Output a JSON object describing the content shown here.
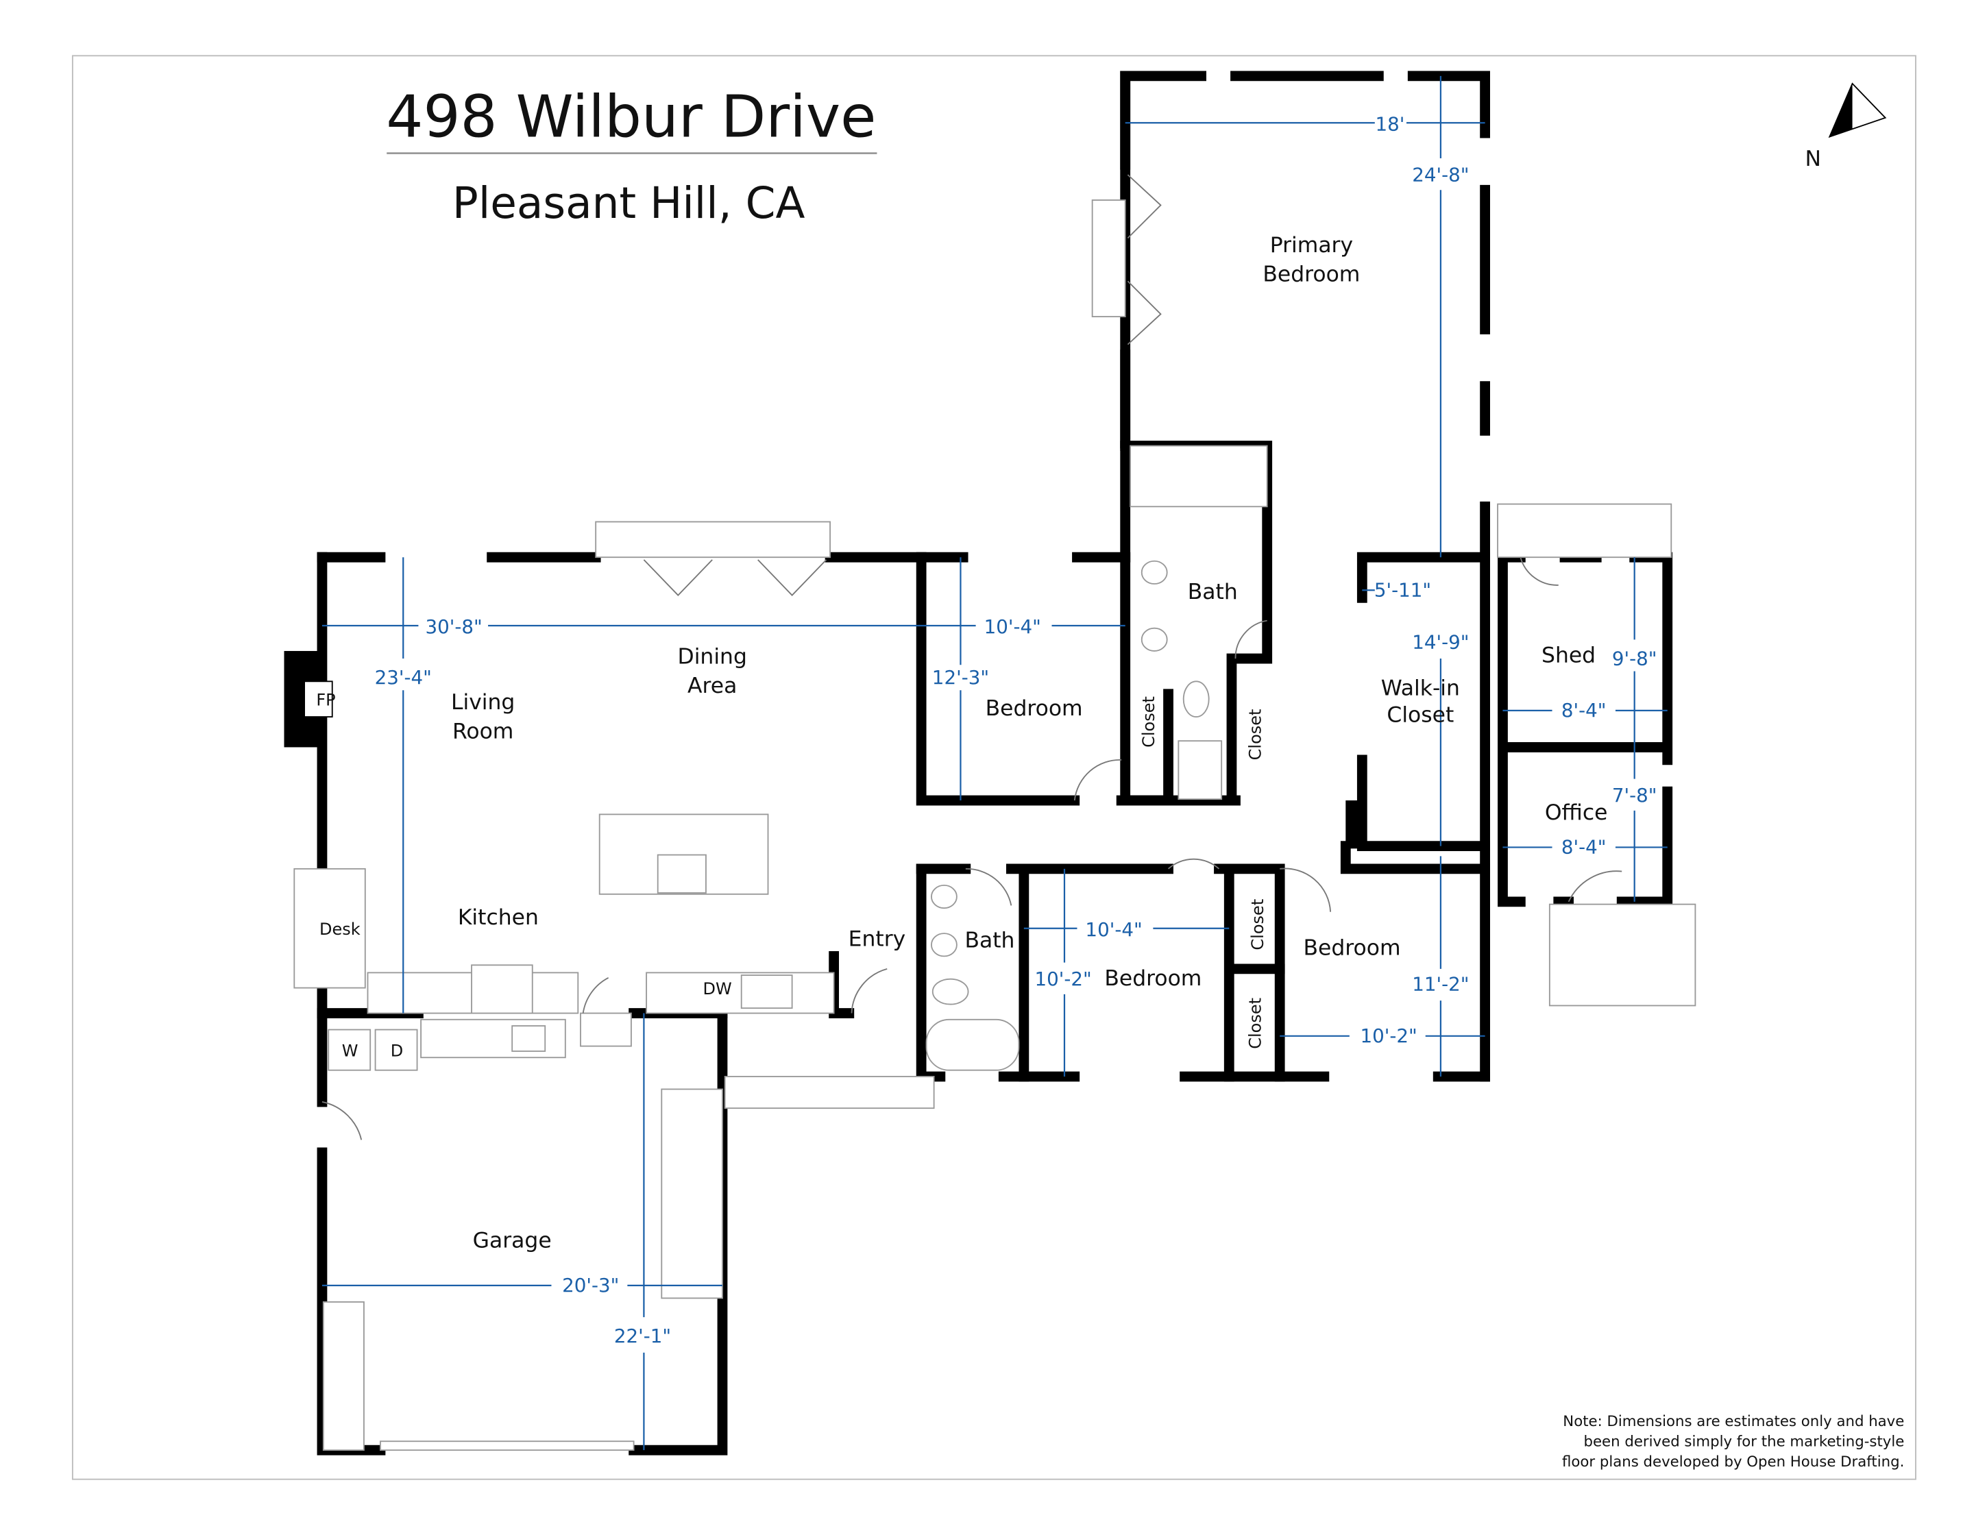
{
  "title": "498 Wilbur Drive",
  "subtitle": "Pleasant Hill, CA",
  "north_label": "N",
  "note": [
    "Note: Dimensions are estimates only and have",
    "been derived simply for the marketing-style",
    "floor plans developed by Open House Drafting."
  ],
  "rooms": {
    "primary_bedroom": [
      "Primary",
      "Bedroom"
    ],
    "bath_primary": "Bath",
    "walkin_closet": [
      "Walk-in",
      "Closet"
    ],
    "shed": "Shed",
    "office": "Office",
    "living_room": [
      "Living",
      "Room"
    ],
    "dining_area": [
      "Dining",
      "Area"
    ],
    "bedroom_1": "Bedroom",
    "closet_1": "Closet",
    "closet_2": "Closet",
    "closet_3": "Closet",
    "closet_4": "Closet",
    "kitchen": "Kitchen",
    "desk": "Desk",
    "fireplace": "FP",
    "entry": "Entry",
    "bath_hall": "Bath",
    "bedroom_2": "Bedroom",
    "bedroom_3": "Bedroom",
    "garage": "Garage",
    "washer": "W",
    "dryer": "D",
    "dishwasher": "DW"
  },
  "dimensions": {
    "primary_width": "18'",
    "primary_length": "24'-8\"",
    "walkin_width": "5'-11\"",
    "walkin_length": "14'-9\"",
    "shed_length": "9'-8\"",
    "shed_width": "8'-4\"",
    "office_length": "7'-8\"",
    "office_width": "8'-4\"",
    "living_width": "30'-8\"",
    "living_length": "23'-4\"",
    "bedroom1_width": "10'-4\"",
    "bedroom1_length": "12'-3\"",
    "bedroom2_width": "10'-4\"",
    "bedroom2_length": "10'-2\"",
    "bedroom3_length": "11'-2\"",
    "bedroom3_width": "10'-2\"",
    "garage_width": "20'-3\"",
    "garage_length": "22'-1\""
  }
}
